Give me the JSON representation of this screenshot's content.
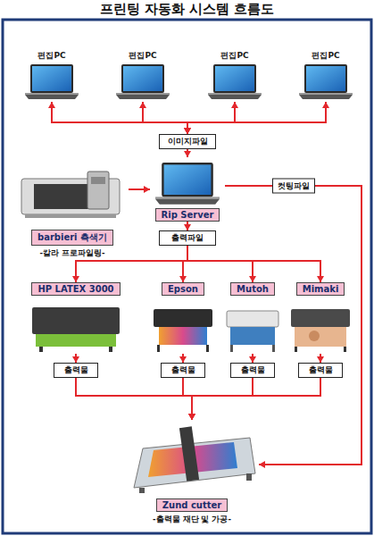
{
  "diagram": {
    "title": "프린팅 자동화 시스템 흐름도",
    "nodes": [
      {
        "text": [
          "편집PC"
        ]
      },
      {
        "text": [
          "편집PC"
        ]
      },
      {
        "text": [
          "편집PC"
        ]
      },
      {
        "text": [
          "편집PC"
        ]
      },
      {
        "text": [
          "이미지파일"
        ]
      },
      {
        "text": [
          "barbieri 측색기",
          "-칼라 프로파일링-"
        ]
      },
      {
        "text": [
          "Rip Server"
        ]
      },
      {
        "text": [
          "출력파일"
        ]
      },
      {
        "text": [
          "HP LATEX 3000"
        ]
      },
      {
        "text": [
          "Epson"
        ]
      },
      {
        "text": [
          "Mutoh"
        ]
      },
      {
        "text": [
          "Mimaki"
        ]
      },
      {
        "text": [
          "출력물"
        ]
      },
      {
        "text": [
          "출력물"
        ]
      },
      {
        "text": [
          "출력물"
        ]
      },
      {
        "text": [
          "출력물"
        ]
      },
      {
        "text": [
          "Zund cutter",
          "-출력물 재단 및 가공-"
        ]
      }
    ],
    "edges": [
      {
        "from": 0,
        "to": 4,
        "arrow": "both"
      },
      {
        "from": 1,
        "to": 4,
        "arrow": "both"
      },
      {
        "from": 2,
        "to": 4,
        "arrow": "both"
      },
      {
        "from": 3,
        "to": 4,
        "arrow": "both"
      },
      {
        "from": 4,
        "to": 6,
        "arrow": "to"
      },
      {
        "from": 5,
        "to": 6,
        "arrow": "to"
      },
      {
        "from": 6,
        "to": 7,
        "arrow": "to"
      },
      {
        "from": 6,
        "to": 16,
        "label": "컷팅파일",
        "arrow": "to"
      },
      {
        "from": 7,
        "to": 8,
        "arrow": "to"
      },
      {
        "from": 7,
        "to": 9,
        "arrow": "to"
      },
      {
        "from": 7,
        "to": 10,
        "arrow": "to"
      },
      {
        "from": 7,
        "to": 11,
        "arrow": "to"
      },
      {
        "from": 8,
        "to": 12,
        "arrow": "to"
      },
      {
        "from": 9,
        "to": 13,
        "arrow": "to"
      },
      {
        "from": 10,
        "to": 14,
        "arrow": "to"
      },
      {
        "from": 11,
        "to": 15,
        "arrow": "to"
      },
      {
        "from": 12,
        "to": 16,
        "arrow": "to"
      },
      {
        "from": 13,
        "to": 16,
        "arrow": "to"
      },
      {
        "from": 14,
        "to": 16,
        "arrow": "to"
      },
      {
        "from": 15,
        "to": 16,
        "arrow": "to"
      }
    ]
  }
}
